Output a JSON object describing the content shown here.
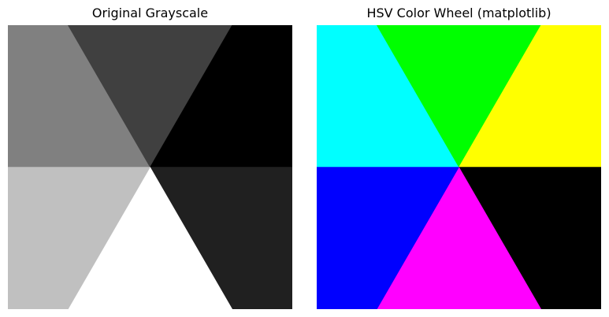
{
  "panels": {
    "left": {
      "title": "Original Grayscale",
      "sectors": [
        {
          "name": "upper-left",
          "color": "#808080"
        },
        {
          "name": "top",
          "color": "#404040"
        },
        {
          "name": "upper-right",
          "color": "#000000"
        },
        {
          "name": "lower-right",
          "color": "#202020"
        },
        {
          "name": "bottom",
          "color": "#ffffff"
        },
        {
          "name": "lower-left",
          "color": "#c0c0c0"
        }
      ]
    },
    "right": {
      "title": "HSV Color Wheel (matplotlib)",
      "sectors": [
        {
          "name": "upper-left",
          "color": "#00ffff"
        },
        {
          "name": "top",
          "color": "#00ff00"
        },
        {
          "name": "upper-right",
          "color": "#ffff00"
        },
        {
          "name": "lower-right",
          "color": "#000000"
        },
        {
          "name": "bottom",
          "color": "#ff00ff"
        },
        {
          "name": "lower-left",
          "color": "#0000ff"
        }
      ]
    }
  }
}
